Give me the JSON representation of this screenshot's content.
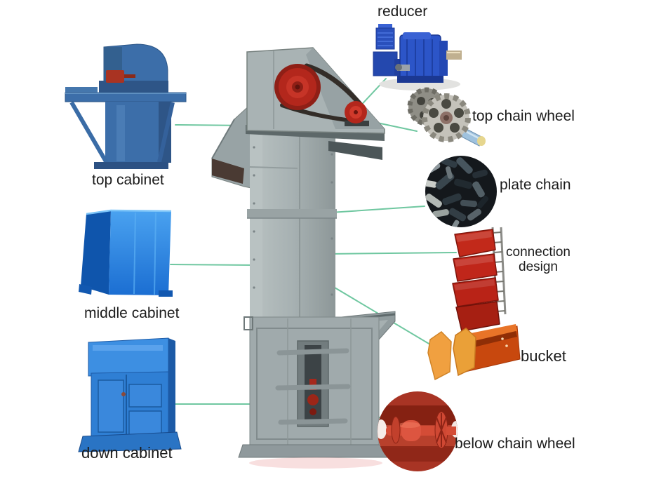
{
  "labels": {
    "reducer": "reducer",
    "top_chain_wheel": "top chain wheel",
    "plate_chain": "plate chain",
    "connection_design": {
      "line1": "connection",
      "line2": "design"
    },
    "bucket": "bucket",
    "below_chain_wheel": "below chain wheel",
    "top_cabinet": "top cabinet",
    "middle_cabinet": "middle cabinet",
    "down_cabinet": "down cabinet"
  },
  "colors": {
    "background": "#ffffff",
    "label_text": "#1b1b1b",
    "connector_line": "#6fc7a0",
    "machine_gray": "#a7b1b2",
    "machine_gray_light": "#b9c2c2",
    "machine_gray_dark": "#6f7a7c",
    "wheel_red": "#b3271c",
    "cabinet_blue": "#3c6ea9",
    "cabinet_blue_dark": "#2e5587",
    "middle_cabinet_blue": "#2585e5",
    "down_cabinet_blue": "#2f7fd4",
    "reducer_blue": "#2c55c8",
    "sprocket_gray": "#c4c2ba",
    "chain_dark": "#14181c",
    "connection_bucket_red": "#c2291a",
    "bucket_orange": "#c8480e",
    "bucket_plate_orange": "#f0a040",
    "below_wheel_red": "#a83424"
  }
}
